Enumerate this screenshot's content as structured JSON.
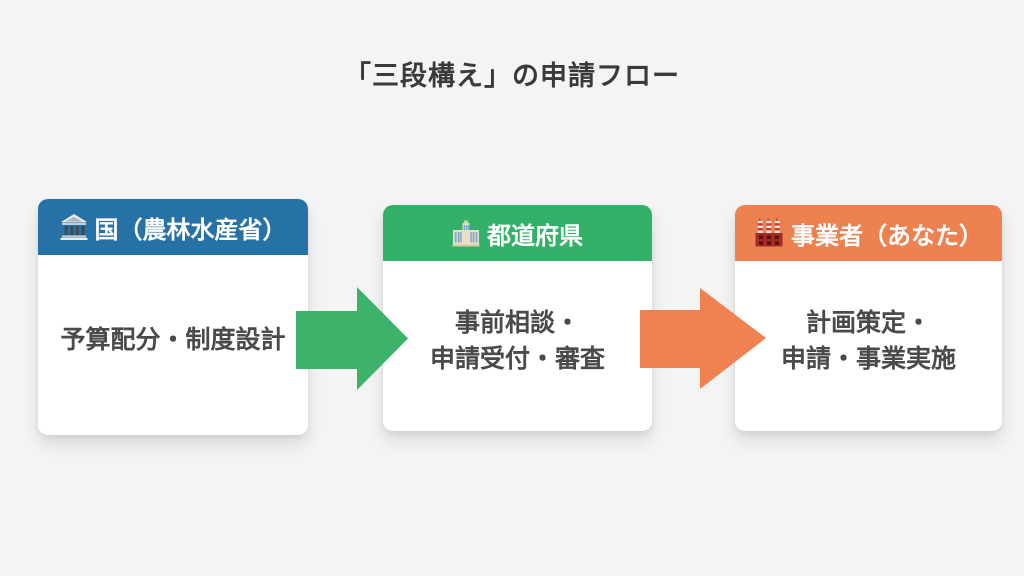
{
  "page": {
    "title": "「三段構え」の申請フロー",
    "background_color": "#F4F4F4"
  },
  "flow": {
    "body_text_color": "#4A4A4A",
    "stages": [
      {
        "id": "national",
        "icon": "classical-building-icon",
        "header": "国（農林水産省）",
        "header_color": "#2671A6",
        "body_lines": [
          "予算配分・制度設計"
        ]
      },
      {
        "id": "prefecture",
        "icon": "government-office-icon",
        "header": "都道府県",
        "header_color": "#34B169",
        "body_lines": [
          "事前相談・",
          "申請受付・審査"
        ]
      },
      {
        "id": "operator",
        "icon": "factory-icon",
        "header": "事業者（あなた）",
        "header_color": "#EE8150",
        "body_lines": [
          "計画策定・",
          "申請・事業実施"
        ]
      }
    ],
    "arrows": [
      {
        "id": "national-to-prefecture",
        "direction": "right",
        "color": "#3CB26B"
      },
      {
        "id": "prefecture-to-operator",
        "direction": "right",
        "color": "#F08251"
      }
    ]
  }
}
